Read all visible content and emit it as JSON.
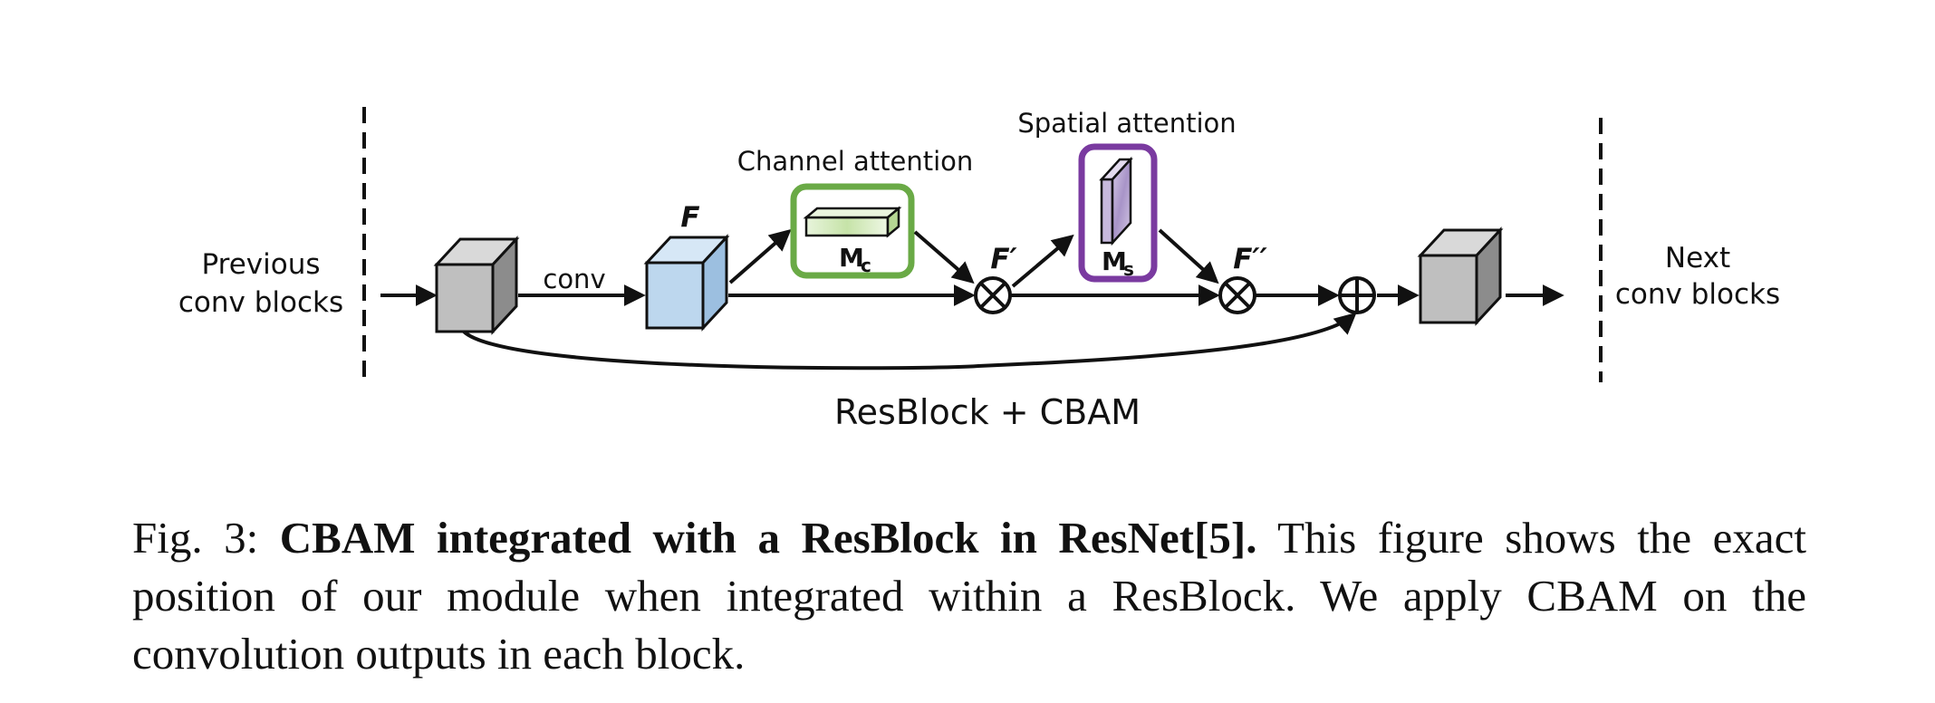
{
  "diagram": {
    "left_label": [
      "Previous",
      "conv blocks"
    ],
    "right_label": [
      "Next",
      "conv blocks"
    ],
    "conv_label": "conv",
    "feature_label": "F",
    "feature_prime_label": "F′",
    "feature_double_prime_label": "F′′",
    "channel_attention_title": "Channel attention",
    "channel_map_label": "M",
    "channel_map_sub": "c",
    "spatial_attention_title": "Spatial attention",
    "spatial_map_label": "M",
    "spatial_map_sub": "s",
    "multiply_symbol": "⊗",
    "add_symbol": "⊕",
    "block_title": "ResBlock + CBAM",
    "colors": {
      "channel_box": "#6aaa46",
      "spatial_box": "#7a3aa0",
      "feature_cube": "#bdd7ee",
      "gray_cube": "#bfbfbf"
    }
  },
  "caption": {
    "prefix": "Fig. 3: ",
    "bold": "CBAM integrated with a ResBlock in ResNet[5].",
    "text": " This figure shows the exact position of our module when integrated within a ResBlock. We apply CBAM on the convolution outputs in each block."
  }
}
